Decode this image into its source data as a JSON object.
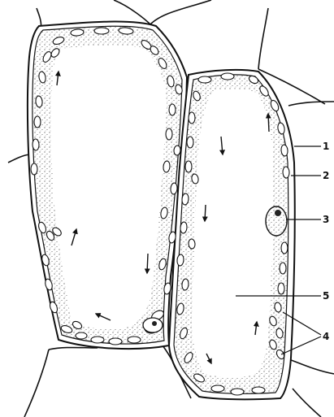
{
  "labels": [
    {
      "id": "1",
      "text": "1"
    },
    {
      "id": "2",
      "text": "2"
    },
    {
      "id": "3",
      "text": "3"
    },
    {
      "id": "4",
      "text": "4"
    },
    {
      "id": "5",
      "text": "5"
    }
  ],
  "colors": {
    "line": "#111111",
    "chloroplast_fill": "#ffffff",
    "stipple": "#444444",
    "background": "#ffffff"
  }
}
